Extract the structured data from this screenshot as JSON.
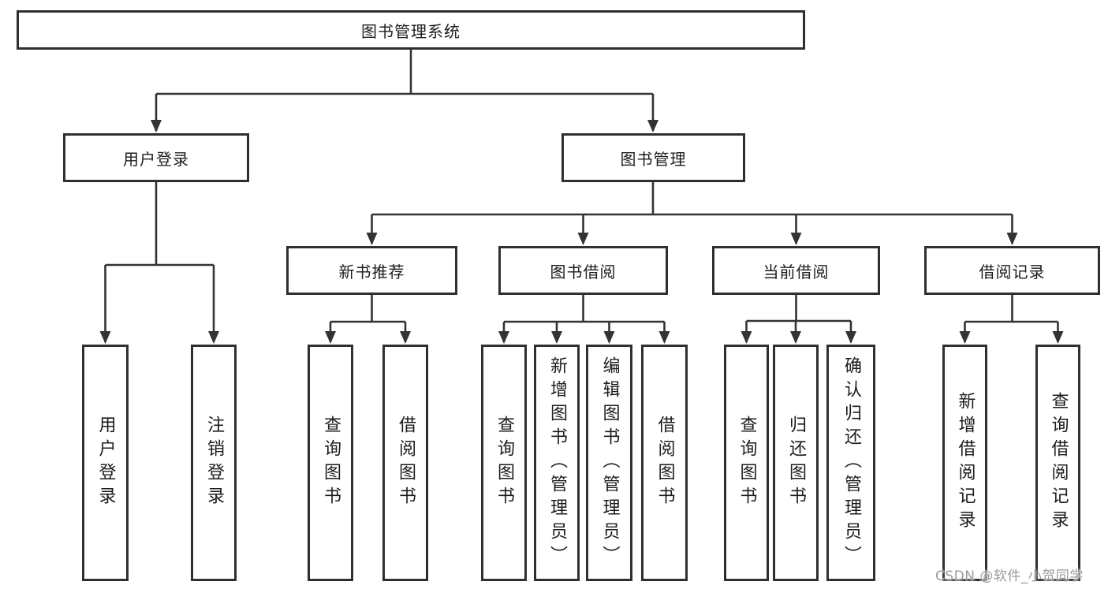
{
  "tree": {
    "root": "图书管理系统",
    "login": {
      "label": "用户登录",
      "children": [
        "用户登录",
        "注销登录"
      ]
    },
    "mgmt": {
      "label": "图书管理",
      "groups": [
        {
          "label": "新书推荐",
          "children": [
            "查询图书",
            "借阅图书"
          ]
        },
        {
          "label": "图书借阅",
          "children": [
            "查询图书",
            "新增图书（管理员）",
            "编辑图书（管理员）",
            "借阅图书"
          ]
        },
        {
          "label": "当前借阅",
          "children": [
            "查询图书",
            "归还图书",
            "确认归还（管理员）"
          ]
        },
        {
          "label": "借阅记录",
          "children": [
            "新增借阅记录",
            "查询借阅记录"
          ]
        }
      ]
    }
  },
  "watermark": "CSDN @软件_小贺同学",
  "colors": {
    "line": "#333333",
    "box_border": "#2f2f2f",
    "box_fill": "#ffffff",
    "text": "#1c1c1c",
    "watermark_text": "#9b9b9b",
    "background": "#ffffff"
  }
}
